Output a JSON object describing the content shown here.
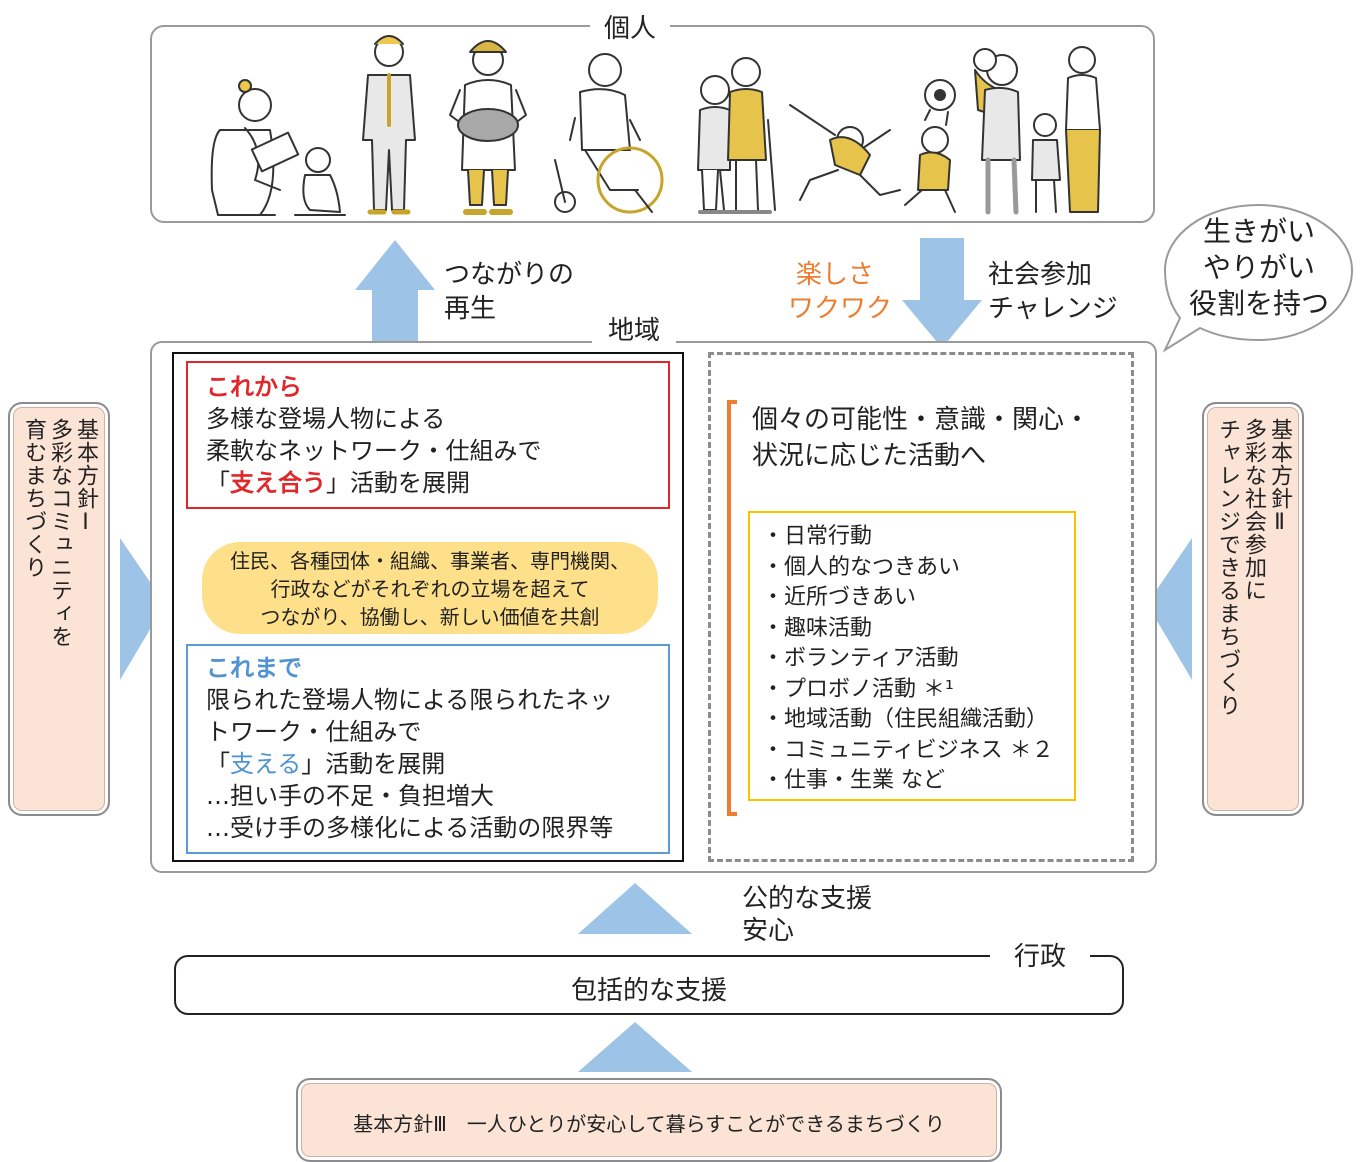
{
  "individual": {
    "title": "個人"
  },
  "region": {
    "title": "地域"
  },
  "arrows": {
    "up_label_line1": "つながりの",
    "up_label_line2": "再生",
    "down_left_line1": "楽しさ",
    "down_left_line2": "ワクワク",
    "down_right_line1": "社会参加",
    "down_right_line2": "チャレンジ",
    "public_line1": "公的な支援",
    "public_line2": "安心"
  },
  "bubble": {
    "line1": "生きがい",
    "line2": "やりがい",
    "line3": "役割を持つ"
  },
  "future": {
    "heading": "これから",
    "line1": "多様な登場人物による",
    "line2": "柔軟なネットワーク・仕組みで",
    "line3_open": "「",
    "line3_highlight": "支え合う",
    "line3_rest": "」活動を展開"
  },
  "collab": {
    "line1": "住民、各種団体・組織、事業者、専門機関、",
    "line2": "行政などがそれぞれの立場を超えて",
    "line3": "つながり、協働し、新しい価値を共創"
  },
  "past": {
    "heading": "これまで",
    "line1": "限られた登場人物による限られたネッ",
    "line2": "トワーク・仕組みで",
    "line3_open": "「",
    "line3_highlight": "支える",
    "line3_rest": "」活動を展開",
    "line4": "…担い手の不足・負担増大",
    "line5": "…受け手の多様化による活動の限界等"
  },
  "possibility": {
    "line1": "個々の可能性・意識・関心・",
    "line2": "状況に応じた活動へ"
  },
  "activities": [
    "・日常行動",
    "・個人的なつきあい",
    "・近所づきあい",
    "・趣味活動",
    "・ボランティア活動",
    "・プロボノ活動 ＊¹",
    "・地域活動（住民組織活動）",
    "・コミュニティビジネス ＊２",
    "・仕事・生業 など"
  ],
  "policy1": {
    "col1": "基本方針Ⅰ",
    "col2": "多彩なコミュニティを",
    "col3": "育むまちづくり"
  },
  "policy2": {
    "col1": "基本方針Ⅱ",
    "col2": "多彩な社会参加に",
    "col3": "チャレンジできるまちづくり"
  },
  "gov": {
    "title": "行政",
    "support": "包括的な支援"
  },
  "policy3": {
    "text": "基本方針Ⅲ　一人ひとりが安心して暮らすことができるまちづくり"
  },
  "colors": {
    "blue_arrow": "#9dc3e6",
    "orange": "#ed7d31",
    "yellow": "#ffc000",
    "red": "#e0282a",
    "blue_text": "#4f93d2",
    "pink": "#fbe3d6"
  }
}
